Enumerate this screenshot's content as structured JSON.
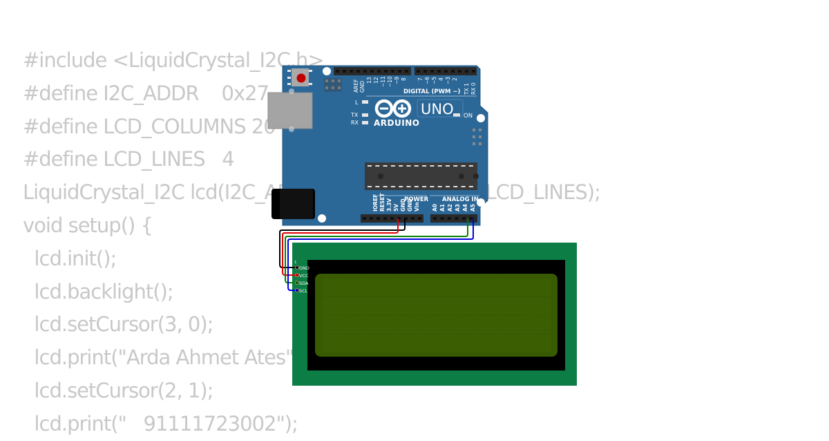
{
  "code": {
    "lines": [
      "#include <LiquidCrystal_I2C.h>",
      "#define I2C_ADDR    0x27",
      "#define LCD_COLUMNS 20",
      "#define LCD_LINES   4",
      "LiquidCrystal_I2C lcd(I2C_ADDR, LCD_COLUMNS, LCD_LINES);",
      "void setup() {",
      "  lcd.init();",
      "  lcd.backlight();",
      "  lcd.setCursor(3, 0);",
      "  lcd.print(\"Arda Ahmet Ates\");",
      "  lcd.setCursor(2, 1);",
      "  lcd.print(\"   91111723002\");"
    ]
  },
  "arduino": {
    "brand": "ARDUINO",
    "model": "UNO",
    "digital_label": "DIGITAL (PWM ~)",
    "power_label": "POWER",
    "analog_label": "ANALOG IN",
    "led_labels": {
      "l": "L",
      "tx": "TX",
      "rx": "RX",
      "on": "ON"
    },
    "digital_pins": [
      "AREF",
      "GND",
      "13",
      "12",
      "~11",
      "~10",
      "~9",
      "8",
      "7",
      "~6",
      "~5",
      "4",
      "~3",
      "2",
      "TX 1",
      "RX 0"
    ],
    "power_pins": [
      "IOREF",
      "RESET",
      "3.3V",
      "5V",
      "GND",
      "GND",
      "Vin"
    ],
    "analog_pins": [
      "A0",
      "A1",
      "A2",
      "A3",
      "A4",
      "A5"
    ],
    "colors": {
      "board": "#2b6797",
      "header": "#2a2a2a",
      "chip": "#3a3a3a"
    }
  },
  "lcd": {
    "pin_index_label": "1",
    "pins": [
      "GND",
      "VCC",
      "SDA",
      "SCL"
    ],
    "colors": {
      "pcb": "#0b7d45",
      "bezel": "#000000",
      "screen": "#385a00"
    }
  },
  "wires": [
    {
      "from": "GND",
      "to": "GND",
      "color": "#000000"
    },
    {
      "from": "5V",
      "to": "VCC",
      "color": "#e00000"
    },
    {
      "from": "A4",
      "to": "SDA",
      "color": "#008000"
    },
    {
      "from": "A5",
      "to": "SCL",
      "color": "#0000e0"
    }
  ]
}
